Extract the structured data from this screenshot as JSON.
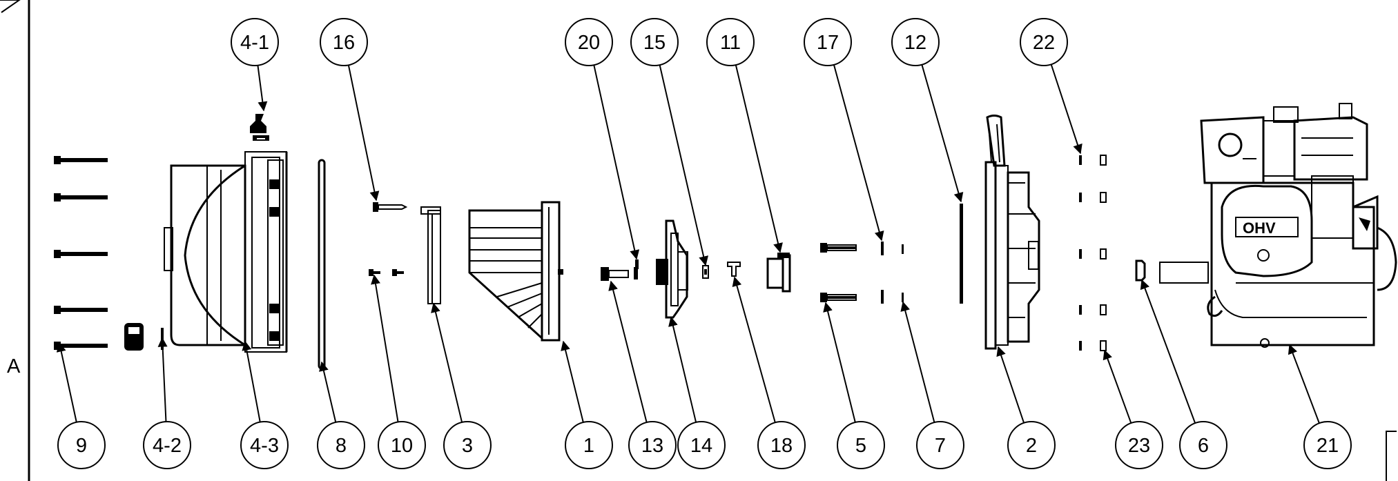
{
  "zone_letter": "A",
  "callouts": [
    "4-1",
    "16",
    "20",
    "15",
    "11",
    "17",
    "12",
    "22",
    "9",
    "4-2",
    "4-3",
    "8",
    "10",
    "3",
    "1",
    "13",
    "14",
    "18",
    "5",
    "7",
    "2",
    "23",
    "6",
    "21"
  ],
  "engine_brand": "OHV"
}
